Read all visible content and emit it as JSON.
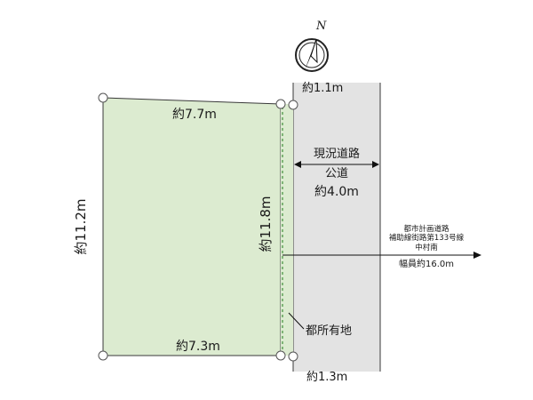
{
  "compass": {
    "letter": "N",
    "icon": "north-arrow-icon"
  },
  "dimensions": {
    "top": "約7.7m",
    "bottom": "約7.3m",
    "left": "約11.2m",
    "right": "約11.8m",
    "road_top_offset": "約1.1m",
    "road_bottom_offset": "約1.3m"
  },
  "road": {
    "status": "現況道路",
    "type": "公道",
    "width": "約4.0m"
  },
  "city_road": {
    "line1": "都市計画道路",
    "line2": "補助線街路第133号線",
    "line3": "中村南",
    "width": "幅員約16.0m"
  },
  "metro_land": "都所有地",
  "colors": {
    "lot_fill": "#dcebd0",
    "road_fill": "#e3e3e3",
    "outline": "#3a3a3a",
    "dashed": "#3f8f3a"
  }
}
